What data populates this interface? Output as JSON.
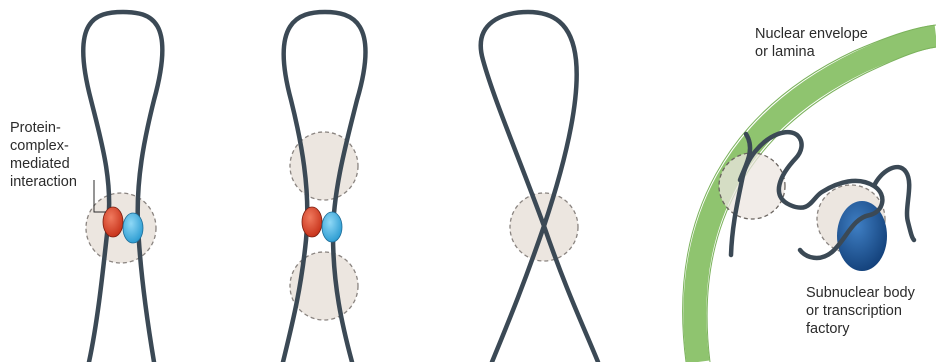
{
  "labels": {
    "protein_complex": "Protein-\ncomplex-\nmediated\ninteraction",
    "nuclear_envelope": "Nuclear envelope\nor lamina",
    "subnuclear_body": "Subnuclear body\nor transcription\nfactory"
  },
  "colors": {
    "chromatin": "#3b4955",
    "red_protein": "#d9452c",
    "blue_protein": "#4fb5e3",
    "contact_zone": "#ece6e0",
    "envelope": "#9acb7b",
    "subnuclear_body": "#1e5aa0"
  }
}
